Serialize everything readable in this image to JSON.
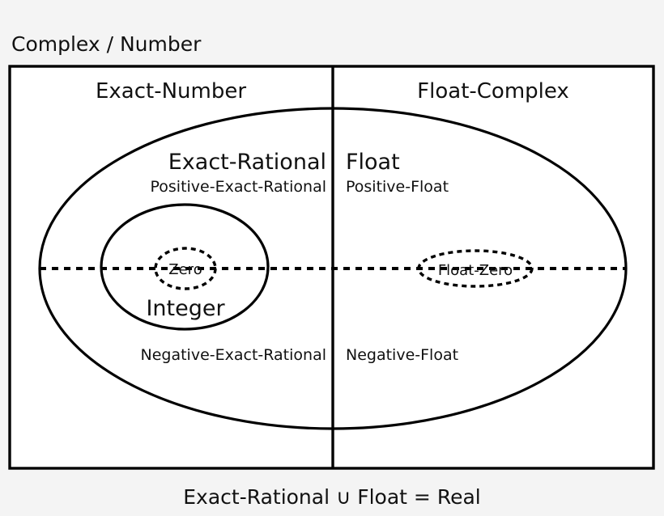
{
  "diagram": {
    "title": "Complex / Number",
    "caption": "Exact-Rational ∪ Float = Real",
    "columns": {
      "left_header": "Exact-Number",
      "right_header": "Float-Complex"
    },
    "left_side": {
      "major_label": "Exact-Rational",
      "positive_label": "Positive-Exact-Rational",
      "negative_label": "Negative-Exact-Rational",
      "inner_set_label": "Integer",
      "zero_label": "Zero"
    },
    "right_side": {
      "major_label": "Float",
      "positive_label": "Positive-Float",
      "negative_label": "Negative-Float",
      "zero_label": "Float-Zero"
    },
    "colors": {
      "page_background": "#f4f4f4",
      "panel_background": "#ffffff",
      "stroke": "#000000",
      "text": "#111111"
    }
  }
}
